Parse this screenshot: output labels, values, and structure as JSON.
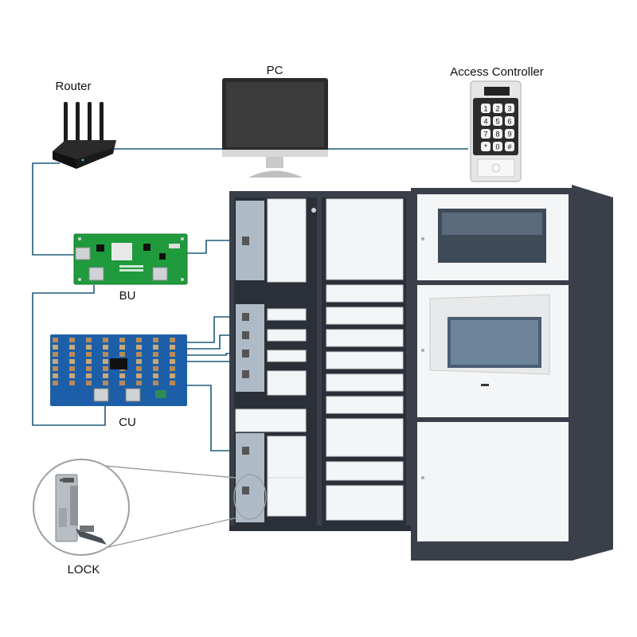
{
  "labels": {
    "router": "Router",
    "pc": "PC",
    "access_controller": "Access Controller",
    "bu": "BU",
    "cu": "CU",
    "lock": "LOCK"
  },
  "keypad_keys": [
    "1",
    "2",
    "3",
    "4",
    "5",
    "6",
    "7",
    "8",
    "9",
    "*",
    "0",
    "#"
  ],
  "colors": {
    "wire": "#1e5a78",
    "cabinet_frame": "#3a3f4a",
    "door_white": "#f4f5f6",
    "pcb_green": "#1f9a3c",
    "pcb_blue": "#1c5fa8",
    "magnifier": "#9aa0a6"
  },
  "icons": [
    "router-icon",
    "monitor-icon",
    "keypad-icon",
    "bu-board-icon",
    "cu-board-icon",
    "lock-icon"
  ]
}
